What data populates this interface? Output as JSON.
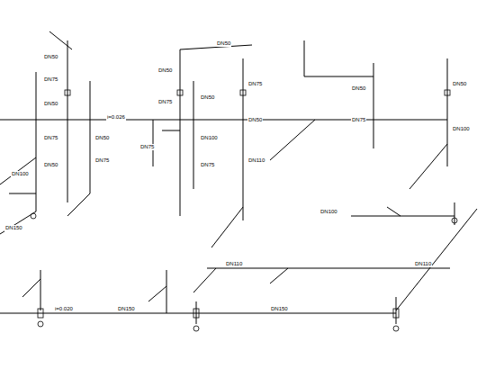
{
  "diagram": {
    "labels": [
      "DN50",
      "DN75",
      "DN50",
      "DN75",
      "DN50",
      "DN100",
      "i=0.026",
      "DN50",
      "DN75",
      "DN50",
      "DN75",
      "DN50",
      "DN100",
      "DN75",
      "DN50",
      "DN75",
      "DN50",
      "DN110",
      "DN75",
      "DN50",
      "DN75",
      "DN50",
      "DN100",
      "DN100",
      "DN110",
      "DN150",
      "i=0.020",
      "DN150",
      "DN110",
      "DN150"
    ]
  }
}
